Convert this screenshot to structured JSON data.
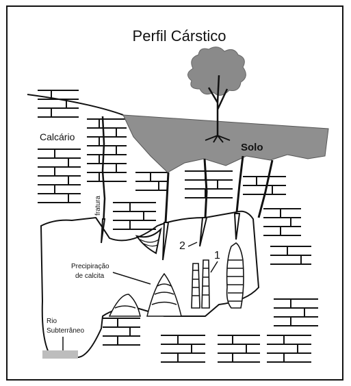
{
  "title": "Perfil Cárstico",
  "labels": {
    "calcario": "Calcário",
    "solo": "Solo",
    "fratura": "fratura",
    "precipitacao_line1": "Precipiração",
    "precipitacao_line2": "de calcita",
    "rio_line1": "Rio",
    "rio_line2": "Subterrâneo",
    "marker_1": "1",
    "marker_2": "2"
  },
  "colors": {
    "ink": "#111111",
    "soil": "#8f8f8f",
    "tree_canopy": "#8a8a8a",
    "water": "#bdbdbd"
  }
}
